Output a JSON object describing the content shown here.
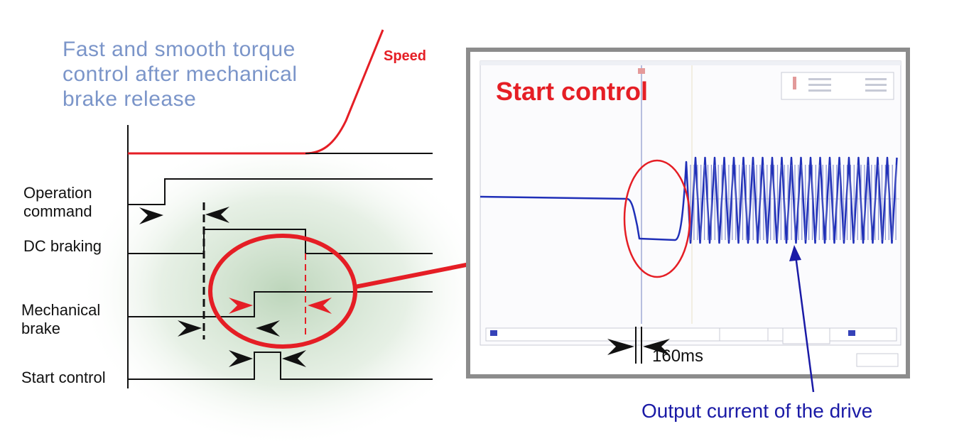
{
  "diagram": {
    "caption_lines": [
      "Fast and smooth torque",
      "control after mechanical",
      "brake release"
    ],
    "speed_label": "Speed",
    "signals": {
      "operation_command": "Operation\ncommand",
      "dc_braking": "DC braking",
      "mechanical_brake": "Mechanical\nbrake",
      "start_control": "Start control"
    }
  },
  "scope": {
    "title": "Start control",
    "time_label": "160ms",
    "output_label": "Output current of the drive"
  },
  "colors": {
    "accent_red": "#e51e25",
    "caption_blue": "#7b95c9",
    "trace_blue": "#1f2fb8",
    "label_navy": "#1a1aa6",
    "frame_gray": "#8c8c8c"
  }
}
